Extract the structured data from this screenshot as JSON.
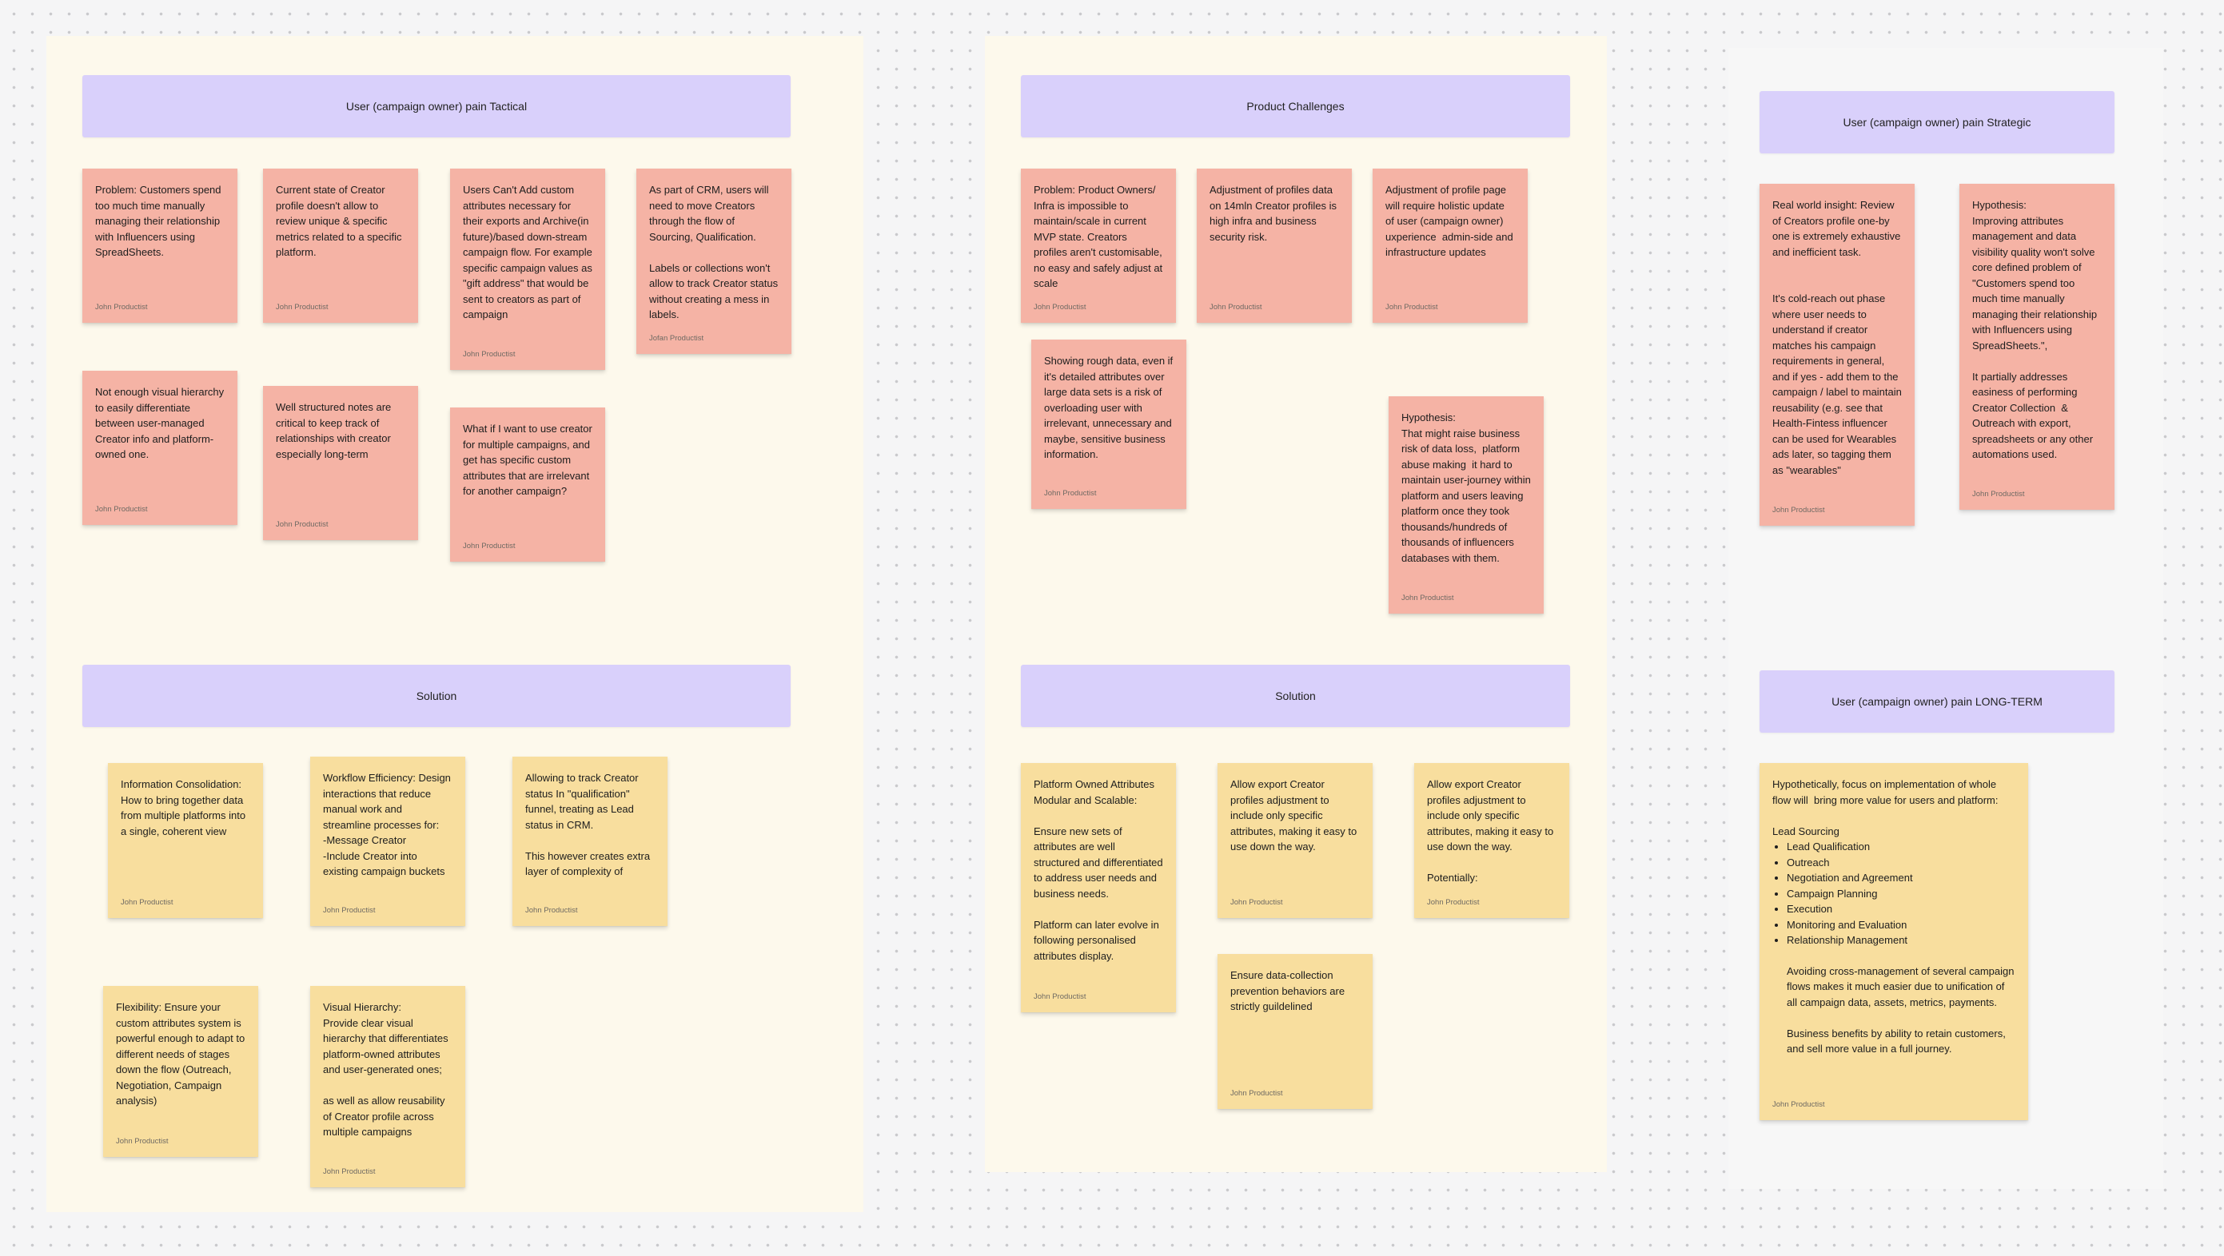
{
  "author": "John Productist",
  "author_variant": "Jofan Productist",
  "colors": {
    "canvas": "#f5f5f6",
    "section_cream": "#fdf9ec",
    "section_white": "#f7f7f7",
    "header": "#d9d0fb",
    "sticky_red": "#f5b3a5",
    "sticky_yellow": "#f8de9e"
  },
  "left": {
    "header": "User (campaign owner) pain Tactical",
    "solution_header": "Solution",
    "pains": [
      "Problem: Customers spend too much time manually managing their relationship with Influencers using SpreadSheets.",
      "Current state of Creator profile doesn't allow to review unique & specific metrics related to a specific platform.",
      "Users Can't Add custom attributes necessary for their exports and Archive(in future)/based down-stream campaign flow. For example specific campaign values as \"gift address\" that would be sent to creators as part of campaign",
      "As part of CRM, users will need to move Creators through the flow of Sourcing, Qualification.\n\nLabels or collections won't allow to track Creator status without creating a mess in labels.",
      "Not enough visual hierarchy to easily differentiate between user-managed Creator info and platform-owned one.",
      "Well structured notes are critical to keep track of relationships with creator especially long-term",
      "What if I want to use creator for multiple campaigns, and get has specific custom attributes that are irrelevant for another campaign?"
    ],
    "solutions": [
      "Information Consolidation: How to bring together data from multiple platforms into a single, coherent view",
      "Workflow Efficiency: Design interactions that reduce manual work and streamline processes for:\n-Message Creator\n-Include Creator into existing campaign buckets",
      "Allowing to track Creator status In \"qualification\" funnel, treating as Lead status in CRM.\n\nThis however creates extra layer of complexity of",
      "Flexibility: Ensure your custom attributes system is powerful enough to adapt to different needs of stages down the flow (Outreach, Negotiation, Campaign analysis)",
      "Visual Hierarchy:\nProvide clear visual hierarchy that differentiates platform-owned attributes and user-generated ones;\n\nas well as allow reusability of Creator profile across multiple campaigns"
    ]
  },
  "middle": {
    "header": "Product Challenges",
    "solution_header": "Solution",
    "challenges": [
      "Problem: Product Owners/ Infra is impossible to maintain/scale in current MVP state. Creators profiles aren't customisable, no easy and safely adjust at scale",
      "Adjustment of profiles data on 14mln Creator profiles is high infra and business security risk.",
      "Adjustment of profile page will require holistic update of user (campaign owner) uxperience  admin-side and infrastructure updates",
      "Showing rough data, even if it's detailed attributes over large data sets is a risk of overloading user with irrelevant, unnecessary and maybe, sensitive business information.",
      "Hypothesis:\nThat might raise business risk of data loss,  platform abuse making  it hard to maintain user-journey within platform and users leaving platform once they took thousands/hundreds of thousands of influencers databases with them."
    ],
    "solutions": [
      "Platform Owned Attributes Modular and Scalable:\n\nEnsure new sets of attributes are well structured and differentiated to address user needs and business needs.\n\nPlatform can later evolve in following personalised attributes display.",
      "Allow export Creator profiles adjustment to include only specific attributes, making it easy to use down the way.",
      "Allow export Creator profiles adjustment to include only specific attributes, making it easy to use down the way.\n\nPotentially:",
      "Ensure data-collection prevention behaviors are strictly guildelined"
    ]
  },
  "right": {
    "header": "User (campaign owner) pain Strategic",
    "longterm_header": "User (campaign owner) pain LONG-TERM",
    "strategic": [
      "Real world insight: Review of Creators profile one-by one is extremely exhaustive and inefficient task.\n\n\nIt's cold-reach out phase where user needs to understand if creator matches his campaign requirements in general, and if yes - add them to the campaign / label to maintain reusability (e.g. see that Health-Fintess influencer can be used for Wearables ads later, so tagging them as \"wearables\"",
      "Hypothesis:\nImproving attributes management and data visibility quality won't solve core defined problem of \"Customers spend too much time manually managing their relationship with Influencers using SpreadSheets.\",\n\nIt partially addresses easiness of performing Creator Collection  & Outreach with export, spreadsheets or any other automations used."
    ],
    "longterm": {
      "intro": "Hypothetically, focus on implementation of whole flow will  bring more value for users and platform:\n\nLead Sourcing",
      "list": [
        "Lead Qualification",
        "Outreach",
        "Negotiation and Agreement",
        "Campaign Planning",
        "Execution",
        "Monitoring and Evaluation",
        "Relationship Management"
      ],
      "outro": "Avoiding cross-management of several campaign flows makes it much easier due to unification of all campaign data, assets, metrics, payments.\n\nBusiness benefits by ability to retain customers, and sell more value in a full journey."
    }
  }
}
